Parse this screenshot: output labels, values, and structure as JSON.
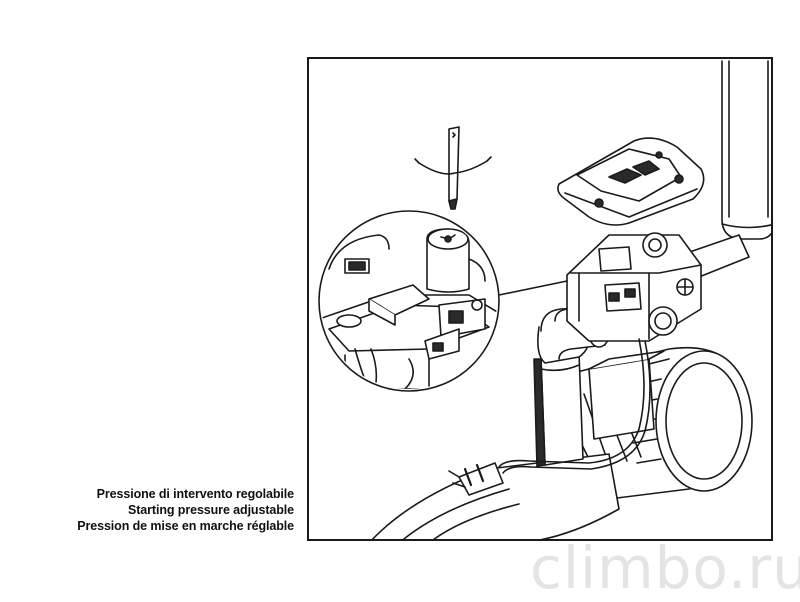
{
  "caption": {
    "line_it": "Pressione di intervento regolabile",
    "line_en": "Starting pressure adjustable",
    "line_fr": "Pression de mise en marche réglable"
  },
  "watermark": {
    "text": "climbo.ru"
  },
  "illustration": {
    "subject": "pump pressure switch adjustment with screwdriver",
    "line_color": "#1a1a1a",
    "fill_light": "#e8e8e8",
    "fill_dark": "#2a2a2a"
  }
}
